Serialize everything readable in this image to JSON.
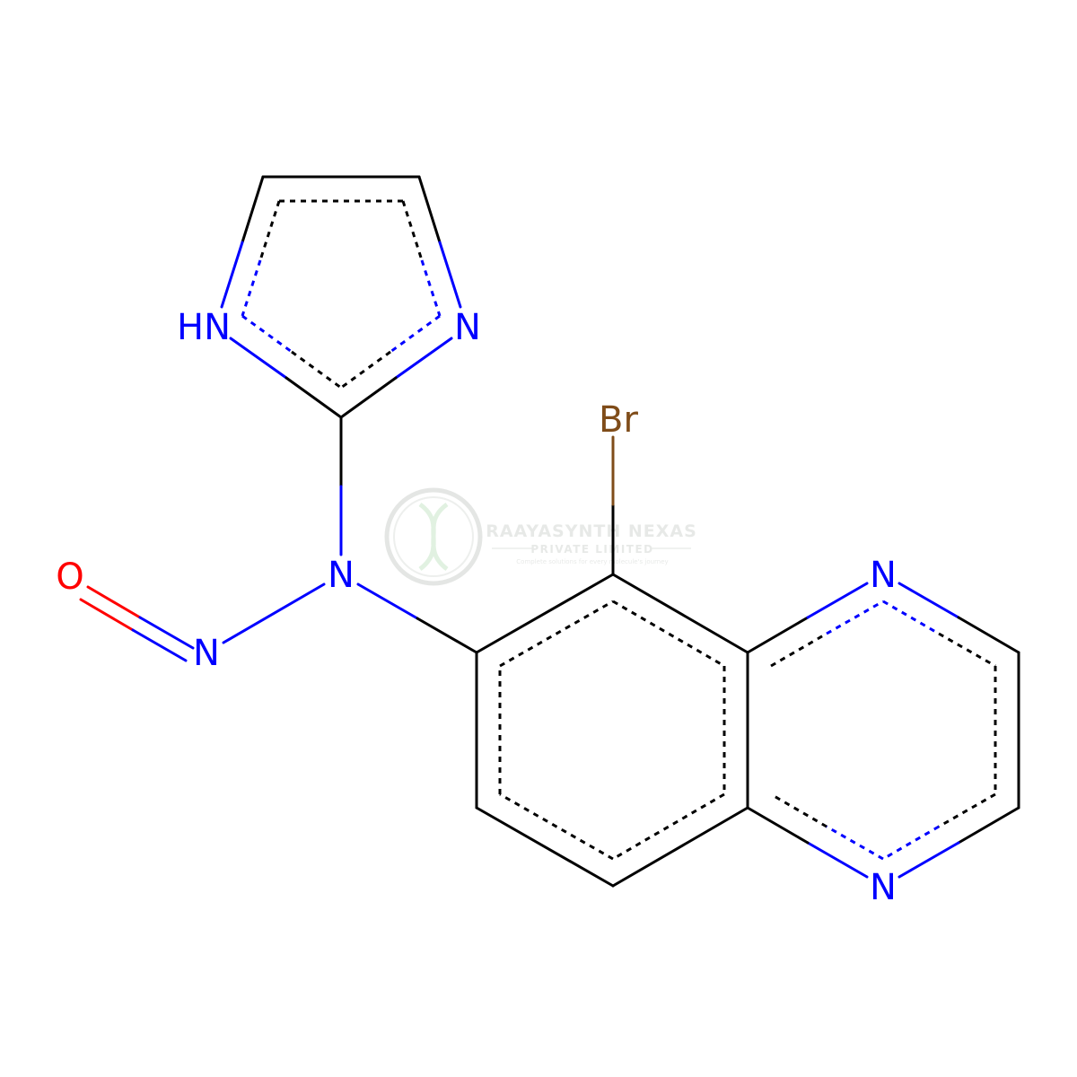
{
  "molecule": {
    "atoms": {
      "nh": "HN",
      "n_imidazole": "N",
      "br": "Br",
      "n_amine": "N",
      "o": "O",
      "n_nitroso": "N",
      "n_quinoxaline_top": "N",
      "n_quinoxaline_bottom": "N"
    },
    "colors": {
      "carbon_bond": "#000000",
      "nitrogen": "#0000ff",
      "oxygen": "#ff0000",
      "bromine": "#7f4c19"
    }
  },
  "watermark": {
    "title": "RAAYASYNTH NEXAS",
    "subtitle": "PRIVATE LIMITED",
    "tagline": "Complete solutions for every molecule's journey",
    "color": "#d9dcd9"
  }
}
